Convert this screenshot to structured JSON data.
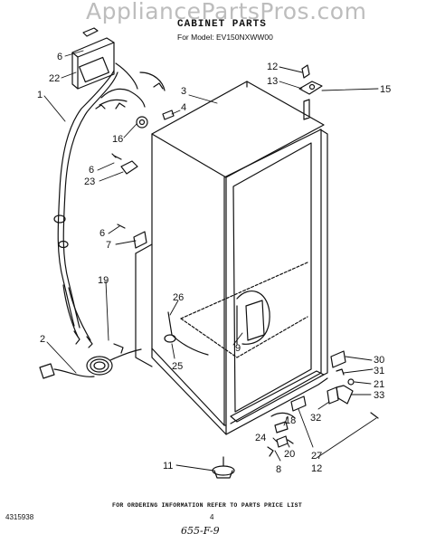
{
  "header": {
    "watermark": "AppliancePartsPros.com",
    "title": "CABINET PARTS",
    "model": "For Model: EV150NXWW00"
  },
  "footer": {
    "ordering_note": "FOR ORDERING INFORMATION REFER TO PARTS PRICE LIST",
    "doc_number": "4315938",
    "page_number": "4",
    "handwritten": "655-F-9"
  },
  "callouts": [
    "6",
    "22",
    "1",
    "16",
    "4",
    "3",
    "12",
    "13",
    "15",
    "6",
    "23",
    "6",
    "7",
    "19",
    "26",
    "2",
    "9",
    "25",
    "30",
    "31",
    "21",
    "33",
    "32",
    "18",
    "24",
    "20",
    "8",
    "11",
    "27",
    "12"
  ]
}
